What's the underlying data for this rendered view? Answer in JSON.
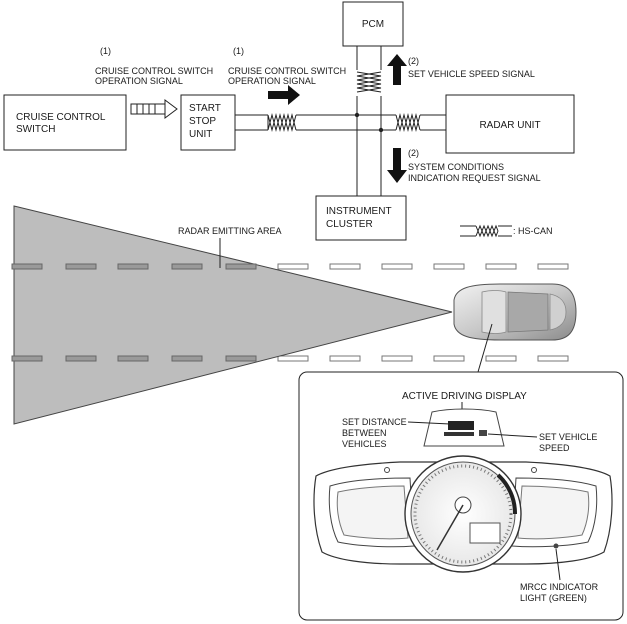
{
  "boxes": {
    "pcm": "PCM",
    "cruise_switch": [
      "CRUISE CONTROL",
      "SWITCH"
    ],
    "start_stop": [
      "START",
      "STOP",
      "UNIT"
    ],
    "radar_unit": "RADAR UNIT",
    "instrument_cluster": [
      "INSTRUMENT",
      "CLUSTER"
    ]
  },
  "signals": {
    "sig1a_num": "(1)",
    "sig1a": [
      "CRUISE CONTROL SWITCH",
      "OPERATION SIGNAL"
    ],
    "sig1b_num": "(1)",
    "sig1b": [
      "CRUISE CONTROL SWITCH",
      "OPERATION SIGNAL"
    ],
    "sig2a_num": "(2)",
    "sig2a": "SET VEHICLE SPEED SIGNAL",
    "sig2b_num": "(2)",
    "sig2b": [
      "SYSTEM CONDITIONS",
      "INDICATION REQUEST SIGNAL"
    ]
  },
  "legend": {
    "hs_can": ": HS-CAN"
  },
  "road": {
    "radar_area": "RADAR EMITTING AREA"
  },
  "cluster_inset": {
    "active_display": "ACTIVE DRIVING DISPLAY",
    "set_distance": [
      "SET DISTANCE",
      "BETWEEN",
      "VEHICLES"
    ],
    "set_speed": [
      "SET VEHICLE",
      "SPEED"
    ],
    "mrcc": [
      "MRCC INDICATOR",
      "LIGHT (GREEN)"
    ]
  }
}
